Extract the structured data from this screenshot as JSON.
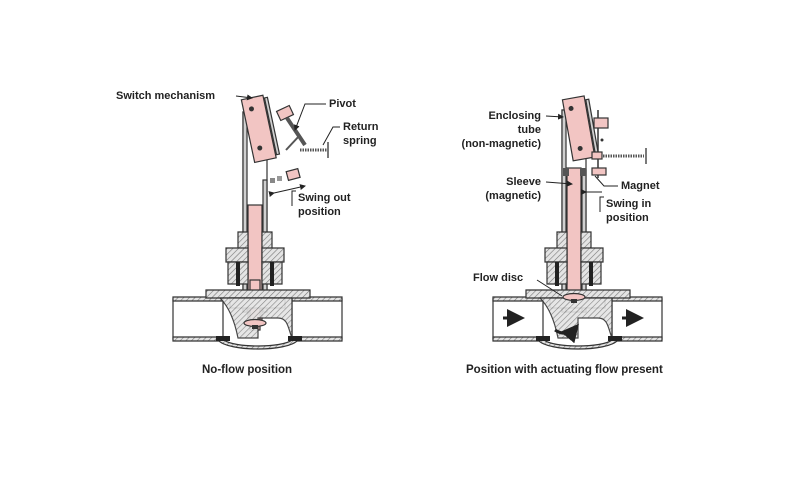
{
  "left_diagram": {
    "labels": {
      "switch_mechanism": "Switch mechanism",
      "pivot": "Pivot",
      "return_spring_1": "Return",
      "return_spring_2": "spring",
      "swing_out_1": "Swing out",
      "swing_out_2": "position"
    },
    "caption": "No-flow position"
  },
  "right_diagram": {
    "labels": {
      "enclosing_1": "Enclosing",
      "enclosing_2": "tube",
      "enclosing_3": "(non-magnetic)",
      "sleeve_1": "Sleeve",
      "sleeve_2": "(magnetic)",
      "magnet": "Magnet",
      "swing_in_1": "Swing in",
      "swing_in_2": "position",
      "flow_disc": "Flow disc"
    },
    "caption": "Position with actuating flow present"
  },
  "colors": {
    "pink": "#f2c5c3",
    "metal": "#d0d0d0",
    "outline": "#333333"
  }
}
